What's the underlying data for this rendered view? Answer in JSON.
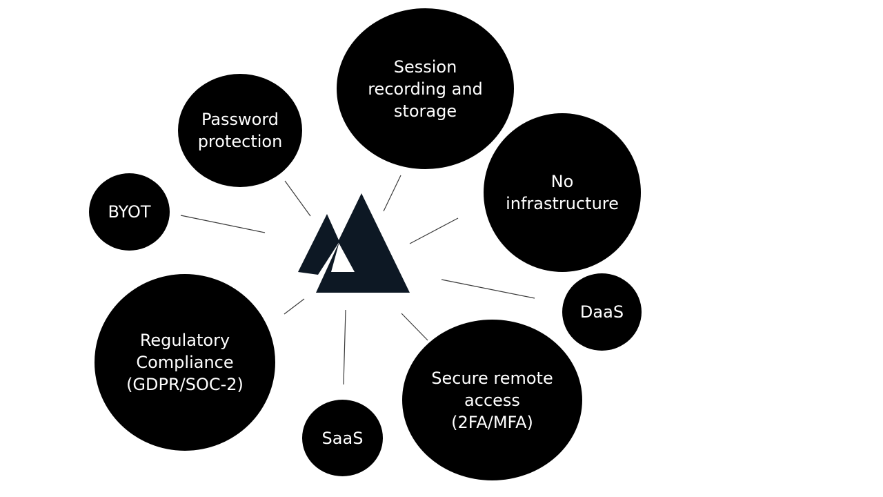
{
  "diagram": {
    "center": {
      "icon": "mountain-triangle-logo-icon",
      "color": "#0d1824"
    },
    "bubble_color": "#000000",
    "bubble_text_color": "#ffffff",
    "line_color": "#3a3a3a",
    "nodes": {
      "session": "Session\nrecording and\nstorage",
      "password": "Password\nprotection",
      "byot": "BYOT",
      "no_infrastructure": "No\ninfrastructure",
      "daas": "DaaS",
      "regulatory": "Regulatory\nCompliance\n(GDPR/SOC-2)",
      "saas": "SaaS",
      "secure_remote": "Secure remote\naccess\n(2FA/MFA)"
    }
  }
}
